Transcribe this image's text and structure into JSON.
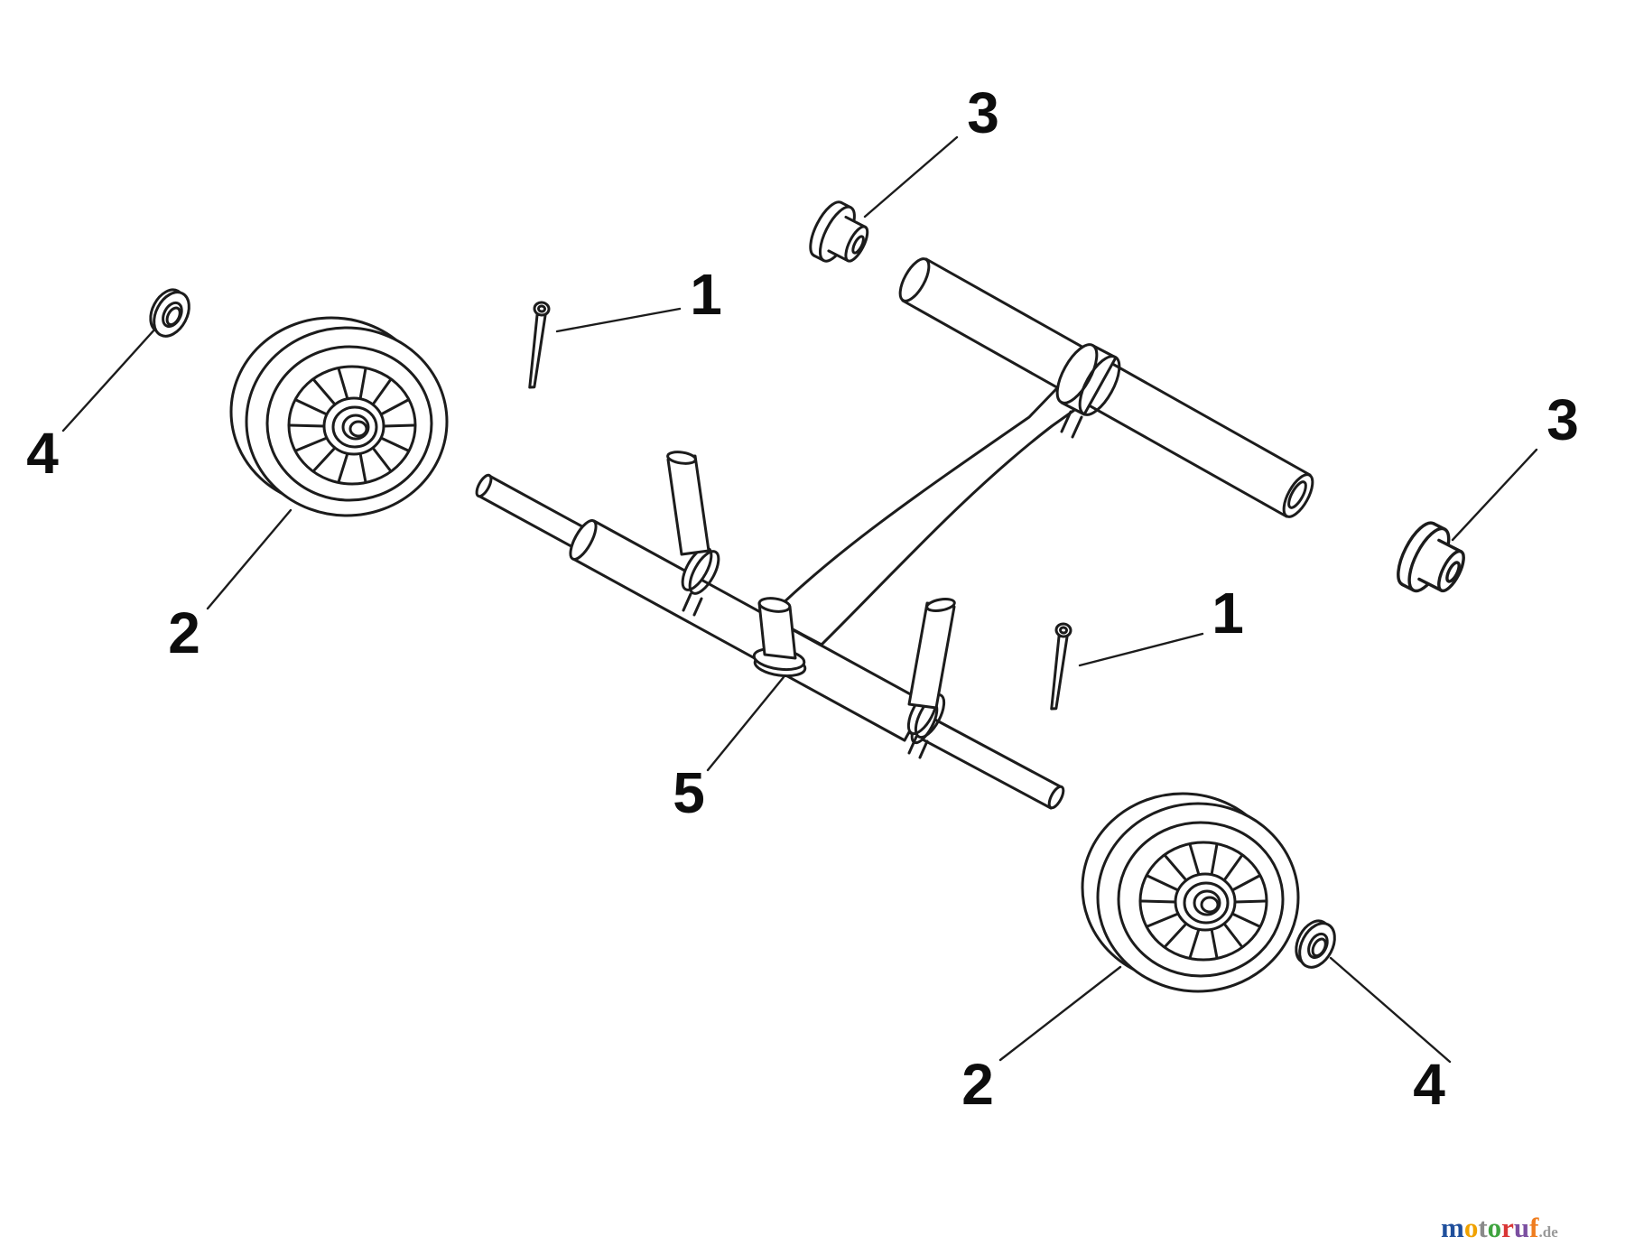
{
  "colors": {
    "background": "#ffffff",
    "line_art": "#1c1c1c",
    "callout_text": "#0d0d0d"
  },
  "callouts": [
    {
      "id": "callout-3-top",
      "text": "3"
    },
    {
      "id": "callout-1-left",
      "text": "1"
    },
    {
      "id": "callout-3-right",
      "text": "3"
    },
    {
      "id": "callout-4-upper-left",
      "text": "4"
    },
    {
      "id": "callout-2-upper-left",
      "text": "2"
    },
    {
      "id": "callout-1-right",
      "text": "1"
    },
    {
      "id": "callout-5-frame",
      "text": "5"
    },
    {
      "id": "callout-2-lower-right",
      "text": "2"
    },
    {
      "id": "callout-4-lower-right",
      "text": "4"
    }
  ],
  "watermark": {
    "letters": [
      {
        "char": "m",
        "color": "#1f4f9c"
      },
      {
        "char": "o",
        "color": "#f0a200"
      },
      {
        "char": "t",
        "color": "#8a8a8a"
      },
      {
        "char": "o",
        "color": "#3fa43f"
      },
      {
        "char": "r",
        "color": "#d93636"
      },
      {
        "char": "u",
        "color": "#7b4fa0"
      },
      {
        "char": "f",
        "color": "#ef7d1f"
      }
    ],
    "suffix": ".de",
    "suffix_color": "#9a9a9a"
  }
}
